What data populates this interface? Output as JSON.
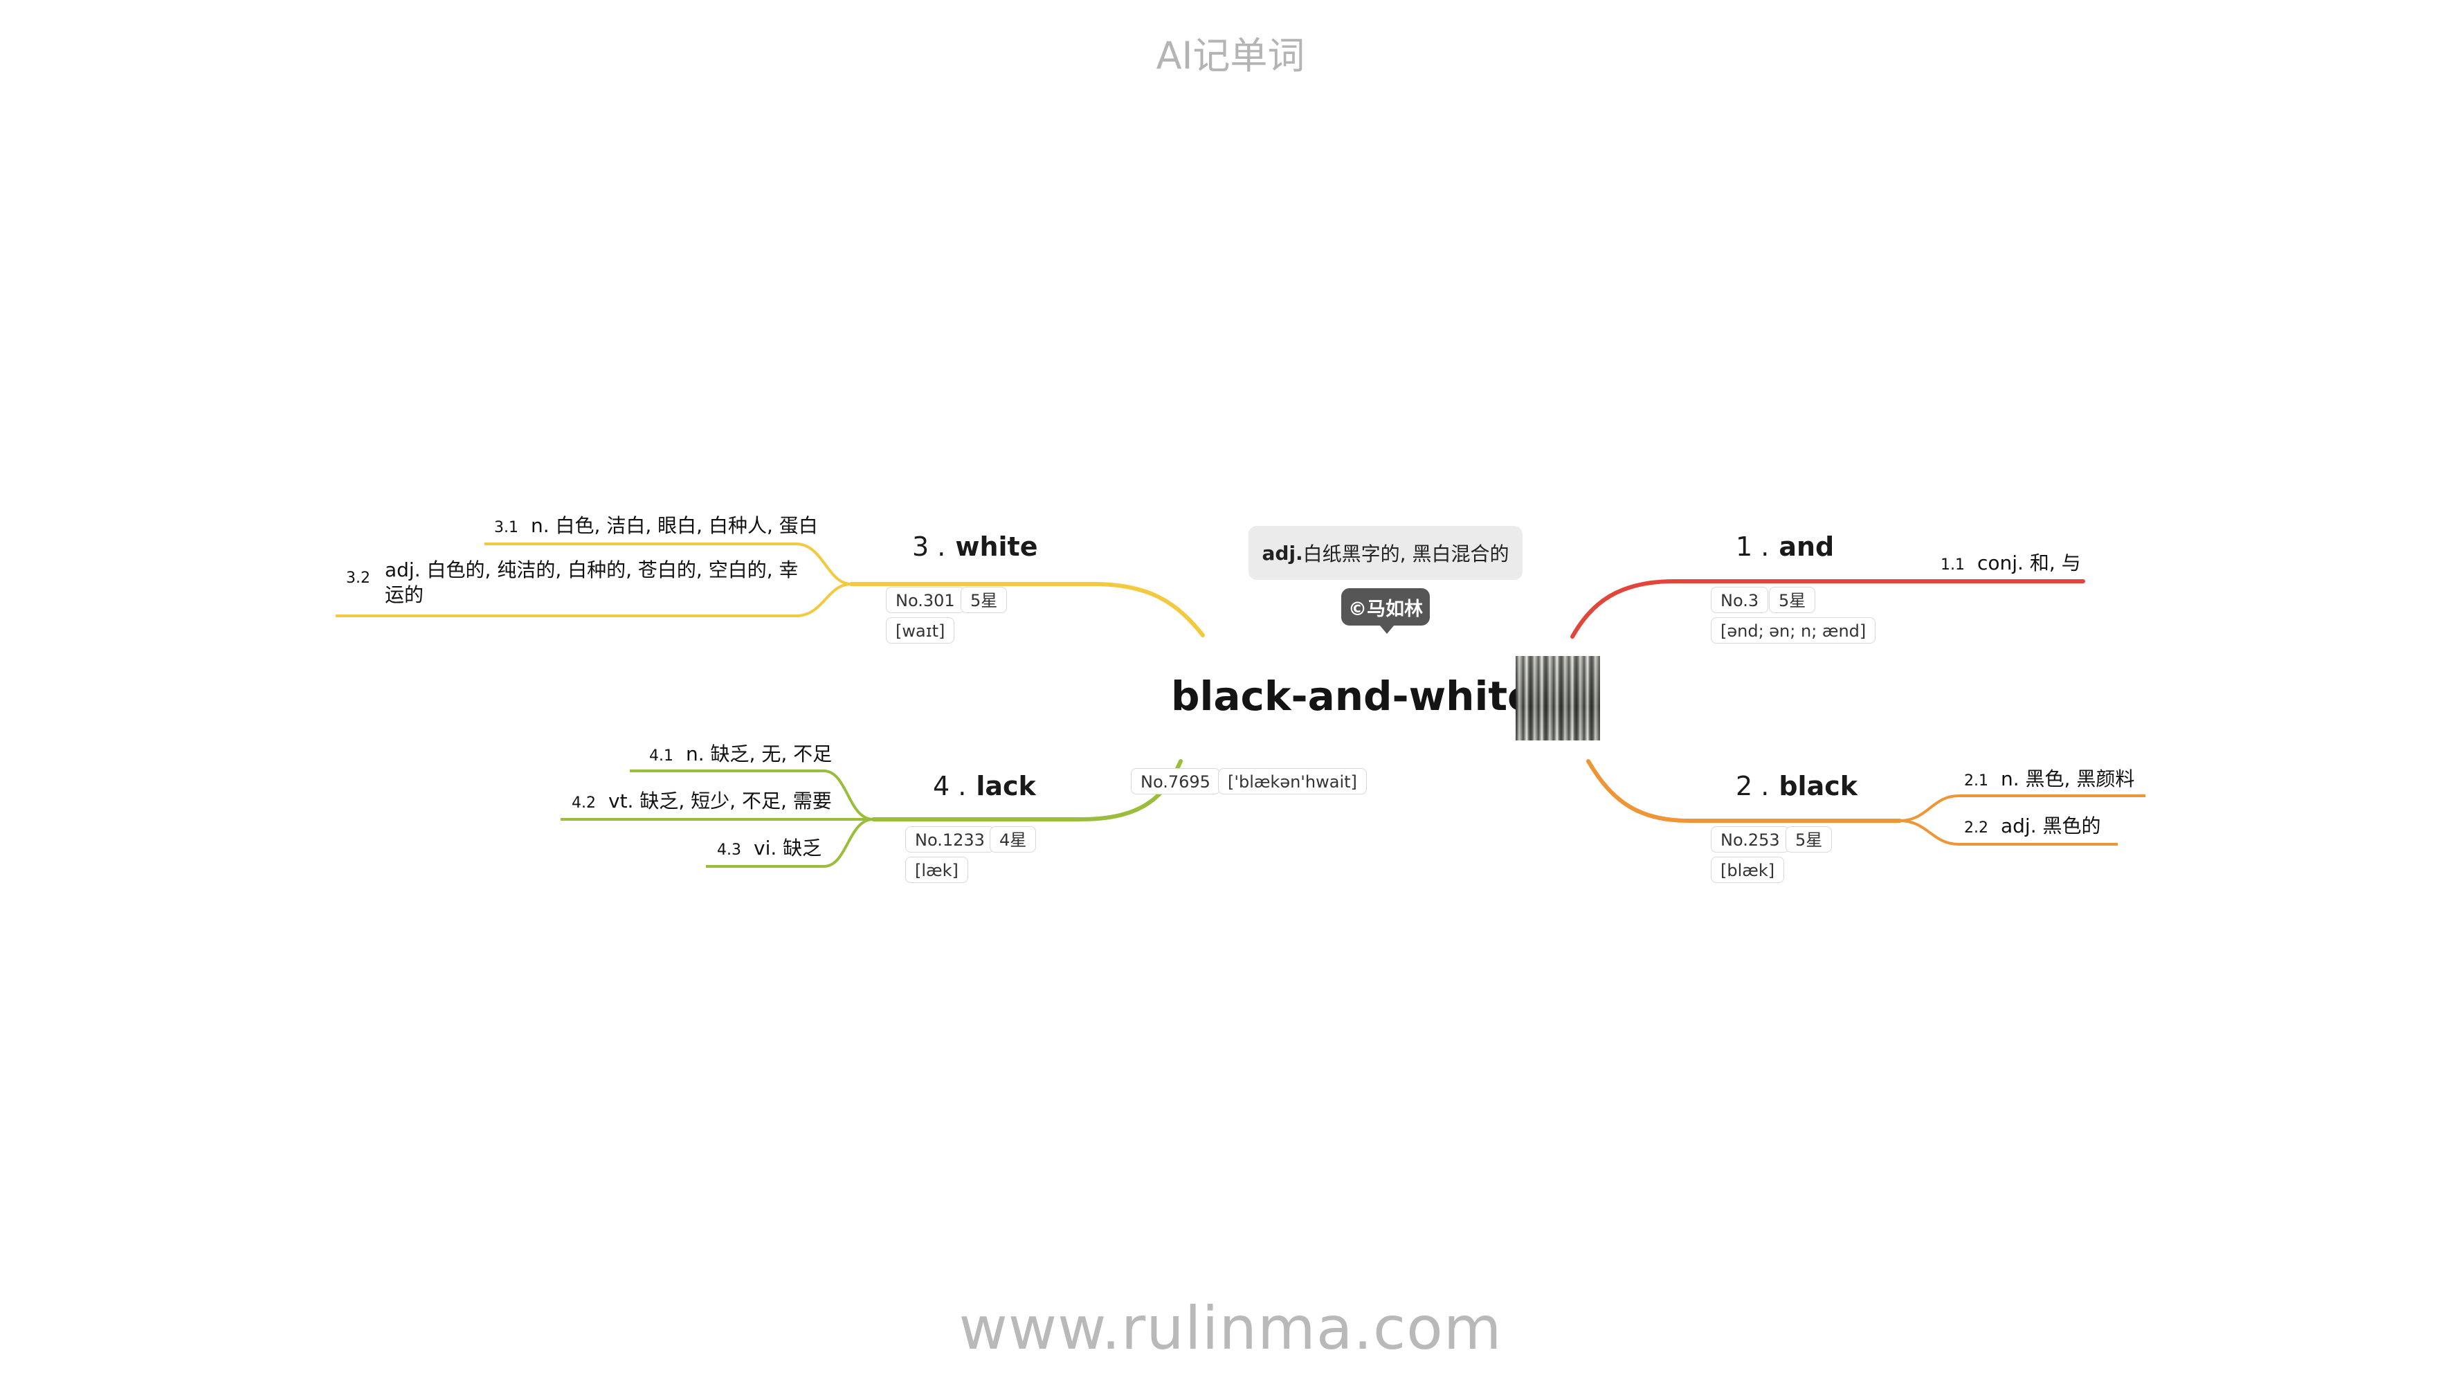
{
  "app": {
    "title": "AI记单词",
    "footer": "www.rulinma.com"
  },
  "central": {
    "word": "black-and-white",
    "definition_pos": "adj.",
    "definition": " 白纸黑字的, 黑白混合的",
    "author": "©马如林",
    "number": "No.7695",
    "phonetic": "['blækən'hwait]"
  },
  "branches": [
    {
      "num": "1 .",
      "word": "and",
      "number": "No.3",
      "stars": "5星",
      "phonetic": "[ənd; ən; n; ænd]",
      "color": "#e2453a",
      "senses": [
        {
          "idx": "1.1",
          "text": "conj. 和, 与"
        }
      ]
    },
    {
      "num": "2 .",
      "word": "black",
      "number": "No.253",
      "stars": "5星",
      "phonetic": "[blæk]",
      "color": "#ef9536",
      "senses": [
        {
          "idx": "2.1",
          "text": "n. 黑色, 黑颜料"
        },
        {
          "idx": "2.2",
          "text": "adj. 黑色的"
        }
      ]
    },
    {
      "num": "3 .",
      "word": "white",
      "number": "No.301",
      "stars": "5星",
      "phonetic": "[waɪt]",
      "color": "#f2c93f",
      "senses": [
        {
          "idx": "3.1",
          "text": "n. 白色, 洁白, 眼白, 白种人, 蛋白"
        },
        {
          "idx": "3.2",
          "text": "adj. 白色的, 纯洁的, 白种的, 苍白的, 空白的, 幸运的"
        }
      ]
    },
    {
      "num": "4 .",
      "word": "lack",
      "number": "No.1233",
      "stars": "4星",
      "phonetic": "[læk]",
      "color": "#9bbd3c",
      "senses": [
        {
          "idx": "4.1",
          "text": "n. 缺乏, 无, 不足"
        },
        {
          "idx": "4.2",
          "text": "vt. 缺乏, 短少, 不足, 需要"
        },
        {
          "idx": "4.3",
          "text": "vi. 缺乏"
        }
      ]
    }
  ]
}
